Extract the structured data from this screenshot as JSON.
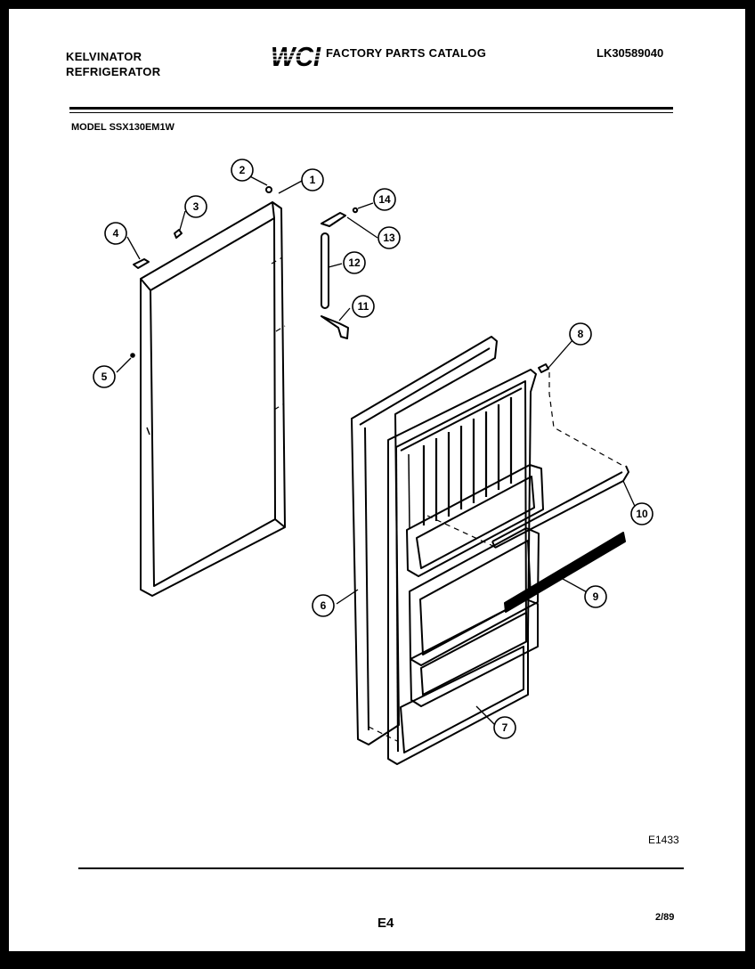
{
  "header": {
    "brand_line1": "KELVINATOR",
    "brand_line2": "REFRIGERATOR",
    "logo_text": "WCI",
    "catalog_title": "FACTORY PARTS CATALOG",
    "catalog_number": "LK30589040"
  },
  "model_line": "MODEL SSX130EM1W",
  "callouts": [
    "1",
    "2",
    "3",
    "4",
    "5",
    "6",
    "7",
    "8",
    "9",
    "10",
    "11",
    "12",
    "13",
    "14"
  ],
  "footer": {
    "figure_code": "E1433",
    "page_id": "E4",
    "date_code": "2/89"
  }
}
